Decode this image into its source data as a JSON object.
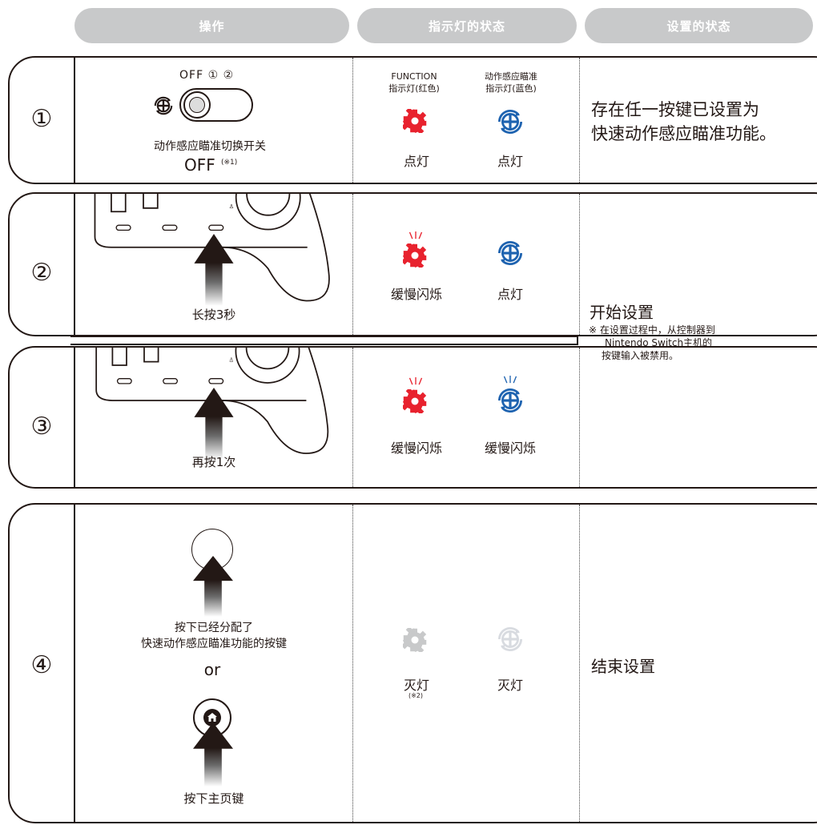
{
  "headers": {
    "operation": "操作",
    "indicator": "指示灯的状态",
    "setting": "设置的状态"
  },
  "colors": {
    "red": "#e8222e",
    "blue": "#1e63b0",
    "gray": "#c8c9ca",
    "off_blue": "#d8dbe0"
  },
  "legend": {
    "function_label_1": "FUNCTION",
    "function_label_2": "指示灯(红色)",
    "motion_label_1": "动作感应瞄准",
    "motion_label_2": "指示灯(蓝色)"
  },
  "steps": [
    {
      "number": "①",
      "switch_positions": "OFF ① ②",
      "switch_label": "动作感应瞄准切换开关",
      "switch_value": "OFF",
      "switch_note": "(※1)",
      "function_state": "点灯",
      "motion_state": "点灯",
      "setting_line1": "存在任一按键已设置为",
      "setting_line2": "快速动作感应瞄准功能。"
    },
    {
      "number": "②",
      "action": "长按3秒",
      "function_state": "缓慢闪烁",
      "motion_state": "点灯"
    },
    {
      "number": "③",
      "action": "再按1次",
      "function_state": "缓慢闪烁",
      "motion_state": "缓慢闪烁"
    },
    {
      "number": "④",
      "action_line1": "按下已经分配了",
      "action_line2": "快速动作感应瞄准功能的按键",
      "or": "or",
      "home_action": "按下主页键",
      "function_state": "灭灯",
      "function_note": "(※2)",
      "motion_state": "灭灯",
      "setting": "结束设置"
    }
  ],
  "start_setting": {
    "title": "开始设置",
    "note_line1": "※ 在设置过程中，从控制器到",
    "note_line2": "Nintendo Switch主机的",
    "note_line3": "按键输入被禁用。"
  },
  "icons": [
    "gear-icon",
    "motion-aim-icon",
    "home-icon",
    "up-arrow-icon",
    "controller"
  ]
}
